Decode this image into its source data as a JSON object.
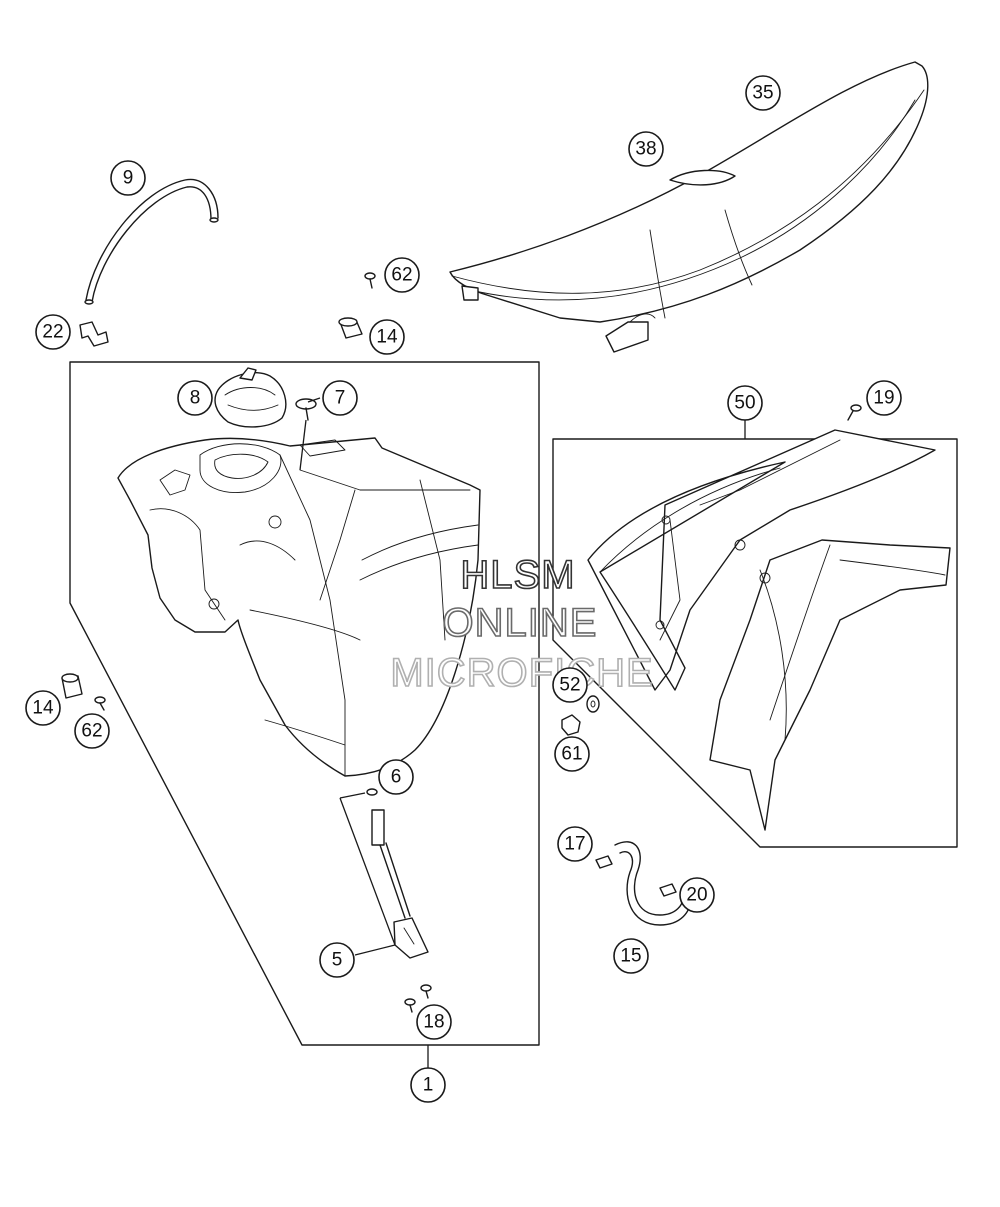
{
  "watermark": {
    "lines": [
      "HLSM",
      "ONLINE",
      "MICROFICHE"
    ],
    "colors": [
      "#333333",
      "#6a6a6a",
      "#b0b0b0"
    ]
  },
  "callouts": {
    "c1": "1",
    "c5": "5",
    "c6": "6",
    "c7": "7",
    "c8": "8",
    "c9": "9",
    "c14a": "14",
    "c14b": "14",
    "c15": "15",
    "c17": "17",
    "c18": "18",
    "c19": "19",
    "c20": "20",
    "c22": "22",
    "c35": "35",
    "c38": "38",
    "c50": "50",
    "c52": "52",
    "c61": "61",
    "c62a": "62",
    "c62b": "62"
  }
}
